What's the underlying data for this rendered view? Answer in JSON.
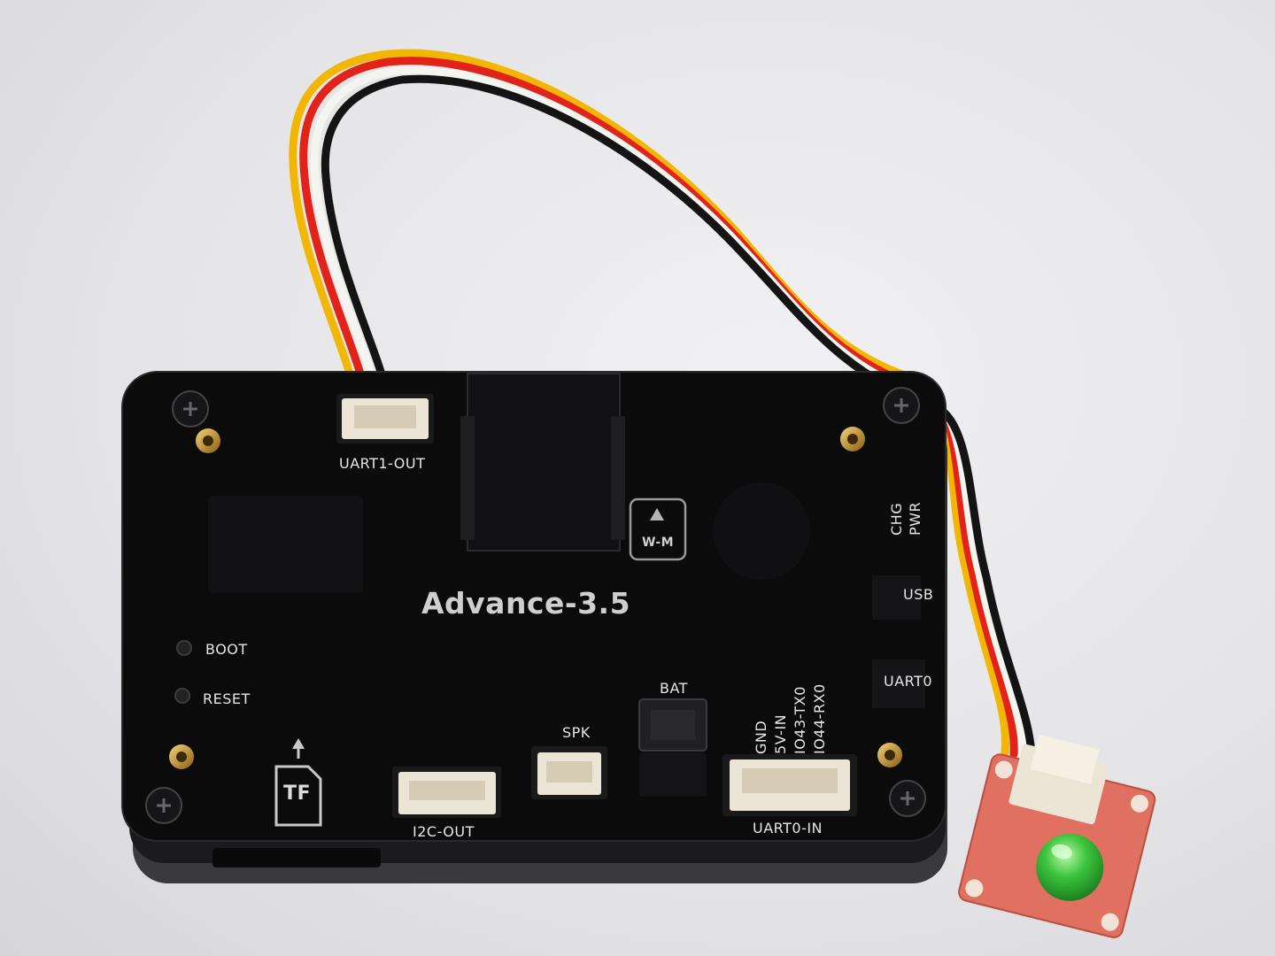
{
  "board": {
    "model": "Advance-3.5",
    "labels": {
      "uart1_out": "UART1-OUT",
      "boot": "BOOT",
      "reset": "RESET",
      "tf": "TF",
      "i2c_out": "I2C-OUT",
      "spk": "SPK",
      "bat": "BAT",
      "uart0_in": "UART0-IN",
      "uart0": "UART0",
      "usb": "USB",
      "chg": "CHG",
      "pwr": "PWR",
      "wm": "W-M",
      "pins": [
        "GND",
        "5V-IN",
        "IO43-TX0",
        "IO44-RX0"
      ]
    }
  },
  "colors": {
    "background": "#e6e6e9",
    "board": "#0b0b0c",
    "wire_yellow": "#f2b705",
    "wire_red": "#e2231a",
    "wire_white": "#f4f4f0",
    "wire_black": "#141414",
    "led": "#3cc43c",
    "module_pcb": "#e0705f"
  }
}
